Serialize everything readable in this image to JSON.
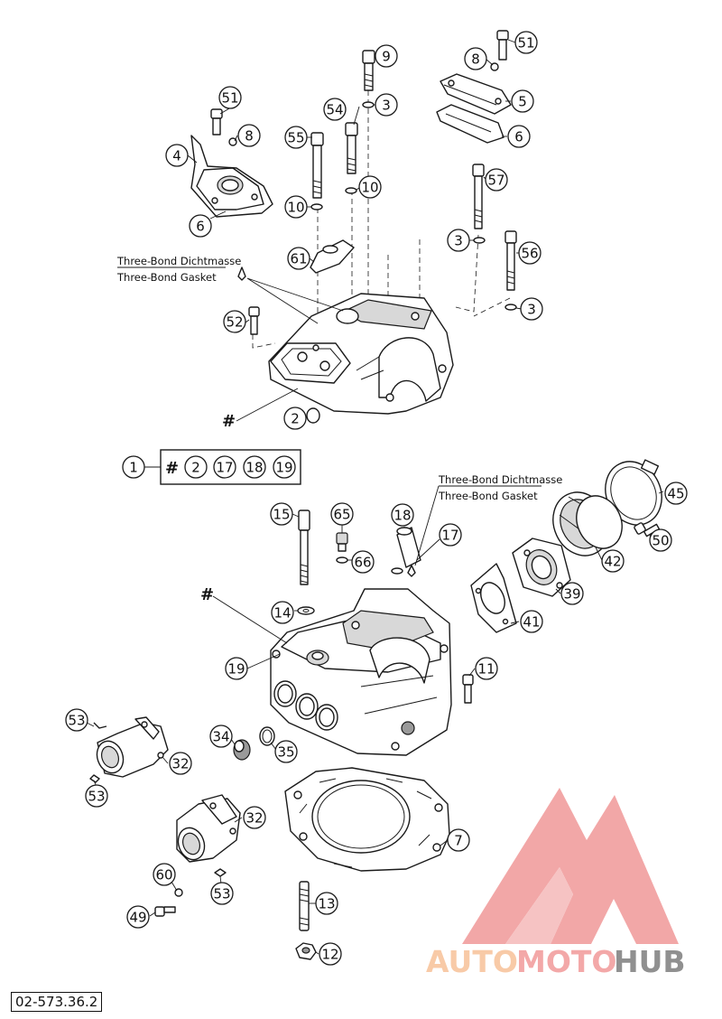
{
  "callouts": [
    {
      "id": "c51a",
      "text": "51"
    },
    {
      "id": "c8a",
      "text": "8"
    },
    {
      "id": "c4",
      "text": "4"
    },
    {
      "id": "c6a",
      "text": "6"
    },
    {
      "id": "c9",
      "text": "9"
    },
    {
      "id": "c3a",
      "text": "3"
    },
    {
      "id": "c54",
      "text": "54"
    },
    {
      "id": "c55",
      "text": "55"
    },
    {
      "id": "c10a",
      "text": "10"
    },
    {
      "id": "c10b",
      "text": "10"
    },
    {
      "id": "c51b",
      "text": "51"
    },
    {
      "id": "c8b",
      "text": "8"
    },
    {
      "id": "c5",
      "text": "5"
    },
    {
      "id": "c6b",
      "text": "6"
    },
    {
      "id": "c57",
      "text": "57"
    },
    {
      "id": "c3b",
      "text": "3"
    },
    {
      "id": "c56",
      "text": "56"
    },
    {
      "id": "c3c",
      "text": "3"
    },
    {
      "id": "c61",
      "text": "61"
    },
    {
      "id": "c52",
      "text": "52"
    },
    {
      "id": "c2",
      "text": "2"
    },
    {
      "id": "c1",
      "text": "1"
    },
    {
      "id": "k2",
      "text": "2"
    },
    {
      "id": "k17",
      "text": "17"
    },
    {
      "id": "k18",
      "text": "18"
    },
    {
      "id": "k19",
      "text": "19"
    },
    {
      "id": "c15",
      "text": "15"
    },
    {
      "id": "c65",
      "text": "65"
    },
    {
      "id": "c18",
      "text": "18"
    },
    {
      "id": "c17",
      "text": "17"
    },
    {
      "id": "c66",
      "text": "66"
    },
    {
      "id": "c14",
      "text": "14"
    },
    {
      "id": "c19",
      "text": "19"
    },
    {
      "id": "c11",
      "text": "11"
    },
    {
      "id": "c45",
      "text": "45"
    },
    {
      "id": "c50",
      "text": "50"
    },
    {
      "id": "c42",
      "text": "42"
    },
    {
      "id": "c39",
      "text": "39"
    },
    {
      "id": "c41",
      "text": "41"
    },
    {
      "id": "c53a",
      "text": "53"
    },
    {
      "id": "c32a",
      "text": "32"
    },
    {
      "id": "c53b",
      "text": "53"
    },
    {
      "id": "c34",
      "text": "34"
    },
    {
      "id": "c35",
      "text": "35"
    },
    {
      "id": "c32b",
      "text": "32"
    },
    {
      "id": "c7",
      "text": "7"
    },
    {
      "id": "c60",
      "text": "60"
    },
    {
      "id": "c53c",
      "text": "53"
    },
    {
      "id": "c49",
      "text": "49"
    },
    {
      "id": "c13",
      "text": "13"
    },
    {
      "id": "c12",
      "text": "12"
    }
  ],
  "notes": {
    "top_de": "Three-Bond Dichtmasse",
    "top_en": "Three-Bond Gasket",
    "mid_de": "Three-Bond Dichtmasse",
    "mid_en": "Three-Bond Gasket"
  },
  "hash_marks": {
    "upper": "#",
    "lower": "#",
    "kit": "#"
  },
  "drawing_code": "02-573.36.2",
  "watermark": {
    "text_part1": "AUTO",
    "text_part2": "MOTO",
    "text_part3": "HUB",
    "colors": {
      "part1": "#f6b98a",
      "part2": "#f08c8c",
      "part3": "#6b6b6b",
      "logo": "#ee8a8a"
    }
  }
}
